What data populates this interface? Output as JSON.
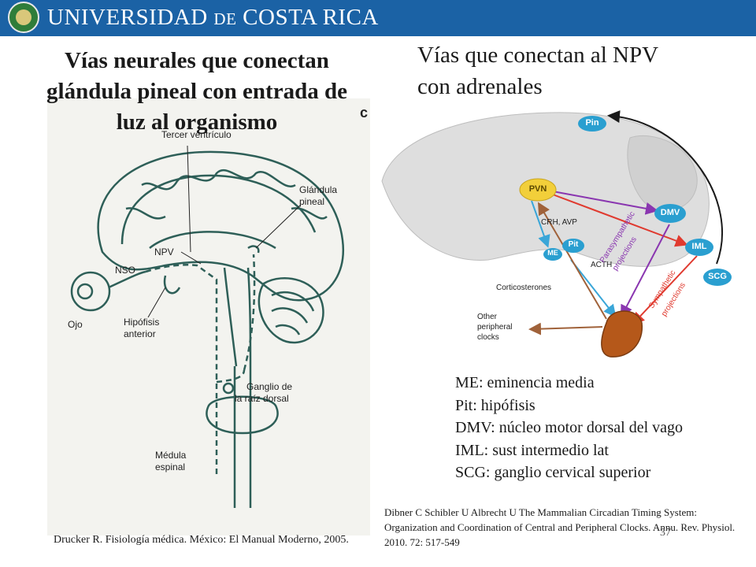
{
  "header": {
    "university_main": "UNIVERSIDAD",
    "university_de": "DE",
    "university_costa": "COSTA",
    "university_rica": "RICA",
    "color": "#1b62a5"
  },
  "left": {
    "title": "Vías neurales que conectan glándula pineal con entrada de luz al organismo",
    "figure_labels": {
      "tercer_ventriculo": "Tercer ventrículo",
      "glandula_pineal_1": "Glándula",
      "glandula_pineal_2": "pineal",
      "npv": "NPV",
      "nso": "NSO",
      "ojo": "Ojo",
      "hipofisis_1": "Hipófisis",
      "hipofisis_2": "anterior",
      "ganglio_1": "Ganglio de",
      "ganglio_2": "la raíz dorsal",
      "medula_1": "Médula",
      "medula_2": "espinal",
      "corner_mark": "c"
    },
    "citation": "Drucker R.  Fisiología médica.  México:  El Manual Moderno, 2005."
  },
  "right": {
    "title_line1": "Vías que conectan al NPV",
    "title_line2": "con adrenales",
    "diagram": {
      "nodes": {
        "pin": "Pin",
        "pvn": "PVN",
        "dmv": "DMV",
        "iml": "IML",
        "scg": "SCG",
        "me": "ME",
        "pit": "Pit"
      },
      "labels": {
        "crh_avp": "CRH, AVP",
        "acth": "ACTH",
        "corticosterones": "Corticosterones",
        "other_1": "Other",
        "other_2": "peripheral",
        "other_3": "clocks",
        "para_1": "Parasympathetic",
        "para_2": "projections",
        "symp_1": "Sympathetic",
        "symp_2": "projections"
      },
      "colors": {
        "pvn": "#f2cf3a",
        "blue_node": "#2a9fd0",
        "purple": "#8a36b0",
        "red": "#e03a2f",
        "brown": "#a0623a",
        "blue_arrow": "#3aa6d8",
        "adrenal": "#b5581a"
      }
    },
    "legend": [
      "ME:  eminencia media",
      "Pit:  hipófisis",
      "DMV: núcleo motor dorsal del vago",
      "IML:  sust intermedio lat",
      "SCG:  ganglio cervical superior"
    ],
    "citation": "Dibner C Schibler  U Albrecht U  The Mammalian Circadian Timing System:  Organization and Coordination of Central and Peripheral Clocks.  Annu. Rev. Physiol.  2010. 72:  517-549"
  },
  "slide_number": "37"
}
